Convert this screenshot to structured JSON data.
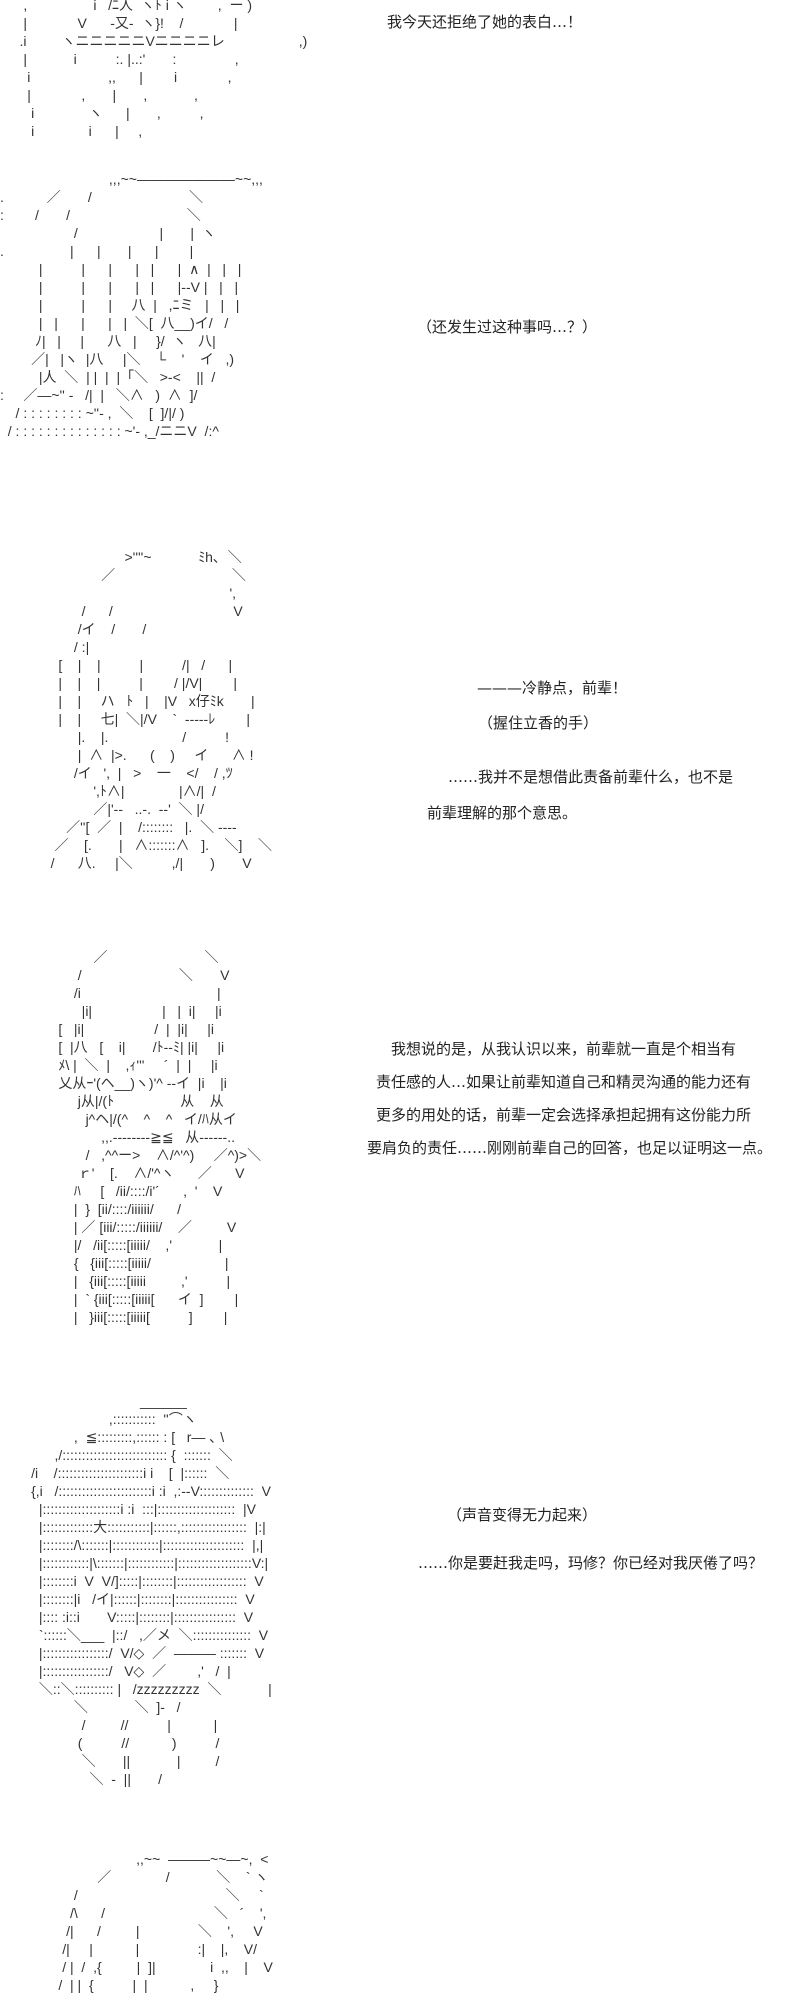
{
  "panels": [
    {
      "art": "      ,                 i   /ﾆ人  ヽﾄ i ヽ        ,  ー )\n      |             V      -又-  ヽ}!    /             |\n     .i         ヽニニニニニVニニニニレ                   ,)\n      |            i          :. |..:'       :               ,\n       i                    ,,      |        i             ,\n       |             ,       |       ,            ,\n        i              ヽ      |       ,          ,\n        i              i      |     ,",
      "dialogue": [
        "我今天还拒绝了她的表白…！"
      ]
    },
    {
      "art": "                            ,,,~~―――――――~~,,,\n.           ／       /                         ＼\n:        /       /                              ＼\n                   /                     |       |  ヽ\n.                 |      |       |      |        |\n          |          |      |      |   |      |  ∧  |   |   |\n          |          |      |      |   |      |--V |   |   |\n          |          |      |     八  |   ,ﾆミ   |   |   |\n          |   |      |      |   |  ＼[  八__)イ/   /\n         ﾉ|   |     |      八   |     }/  ヽ   八|\n        ／|   |ヽ  |八     |＼    └    '    イ   ,)\n          |人  ＼  | |  |  |「＼   >-<    ||  /\n:     ／―~'' -   /|  |   ＼∧   )  ∧  ]/\n    / : : : : : : : : ~''- ,  ＼    [  ]/|/ )\n  / : : : : : : : : : : : : : : ~'- ,_/ニニV  /:^",
      "dialogue": [
        "（还发生过这种事吗…？）"
      ]
    },
    {
      "art": "                                >''''~            ﾐh､  ＼\n                          ／                              ＼\n                                                           ',\n                     /      /                               V\n                    /イ    /       /\n                   / :|\n               [    |    |          |          /|   /      |\n               |    |    |          |        / |/V|        |\n               |    |     ハ   ﾄ   |    |V   x仔ﾐk       |\n               |    |     七|  ＼|/V    `  -----ﾚ        |\n                    |.    |.                   /          !\n                    |  ∧  |>.      (    )     イ      ∧ !\n                   /イ   ',  |   >    一    </    / ,ﾂ\n                        ',ﾄ∧|              |∧/|  /\n                        ／|'--   ..-.  --'  ＼ |/\n                 ／''[  ／  |    /::::::::   |.  ＼ ----\n              ／    [.       |   ∧:::::::∧   ].    ＼]    ＼\n             /      八.     |＼          ,/|       )       V",
      "dialogue": [
        "———冷静点，前辈！",
        "（握住立香的手）",
        "……我并不是想借此责备前辈什么，也不是",
        "前辈理解的那个意思。"
      ]
    },
    {
      "art": "                        ／                         ＼\n                    /                         ＼       V\n                   /i                                   |\n                     |i|                  |   |  i|     |i\n               [   |i|                  /  |  |i|     |i\n               [  |八   [    i|       /ﾄ--ﾐ| |i|     |i\n               ﾒ\\ |  ＼  |    ,ｨ'''     ´  |  |     |i\n               乂从ｰ'(ヘ__)ヽ)'^ --イ  |i    |i\n                    j从|/(ﾄ                 从    从\n                      j^ヘ|/(^    ^    ^   イ/ﾊ从イ\n                          ,,.--------≧≦   从------..\n                      /   ,^^ー>    ∧/^'^)     ／^)>＼\n                    ｒ'    [.    ∧/'^ヽ      ／      V\n                   ﾊ     [   /ii/::::/i'´      ,  '    V\n                   |  }  [ii/::::/iiiiii/      /\n                   | ／ [iii/:::::/iiiiii/    ／         V\n                   |/   /ii[:::::[iiiii/    ,'            |\n                   {   {iii[:::::[iiiii/                   |\n                   |   {iii[:::::[iiiii         ,'          |\n                   |  ` {iii[:::::[iiiii[      イ  ]        |\n                   |   }iii[:::::[iiiii[          ]        |",
      "dialogue": [
        "我想说的是，从我认识以来，前辈就一直是个相当有",
        "责任感的人…如果让前辈知道自己和精灵沟通的能力还有",
        "更多的用处的话，前辈一定会选择承担起拥有这份能力所",
        "要肩负的责任……刚刚前辈自己的回答，也足以证明这一点。"
      ]
    },
    {
      "art": "                                    ______\n                            ,:::::::::::  ''⌒ヽ\n                   ,  ≦:::::::::,:::::: : [   r― ､ \\\n              ,/::::::::::::::::::::::::::: {  :::::::  ＼\n        /i    /::::::::::::::::::::::i i    [  |::::::  ＼\n        {,i   /::::::::::::::::::::::::i :i  ,:--V::::::::::::::  V\n          |::::::::::::::::::::i :i  :::|::::::::::::::::::::  |V\n          |:::::::::::::大:::::::::::|::::::,:::::::::::::::::  |:|\n          |::::::::/\\:::::::|::::::::::::|:::::::::::::::::::::  |,|\n          |::::::::::::|\\:::::::|::::::::::::|:::::::::::::::::::V:|\n          |::::::::i  V  V/]:::::|::::::::|::::::::::::::::::  V\n          |::::::::|i   /イ|::::::|::::::::|::::::::::::::::  V\n          |:::: :i::i       V:::::|::::::::|::::::::::::::::  V\n          `::::::＼___  |::/   ,／メ  ＼:::::::::::::::  V\n          |:::::::::::::::::/  V/◇  ／  ――― :::::::  V\n          |:::::::::::::::::/   V◇  ／        ,'   /  |\n          ＼::＼:::::::::: |   /zzzzzzzzz  ＼            |\n                   ＼            ＼  ]-   /\n                     /         //          |           |\n                    (          //           )          /\n                     ＼       ||            |         /\n                       ＼  -  ||       /",
      "dialogue": [
        "（声音变得无力起来）",
        "……你是要赶我走吗，玛修？你已经对我厌倦了吗？"
      ]
    },
    {
      "art": "                                   ,,~~  ―――~~―~,  <\n                         ／              /            ＼    ` ヽ\n                   /                                      ＼     `\n                  /\\      /                            ＼   ´    ',\n                 /|      /         |               ＼    ',     V\n                /|     |           |               :|    |,    V/\n                / |  /  ,{         |  ]|              i  ,,    |    V\n               /  | |  {          |  |           ,     }",
      "dialogue": []
    }
  ]
}
